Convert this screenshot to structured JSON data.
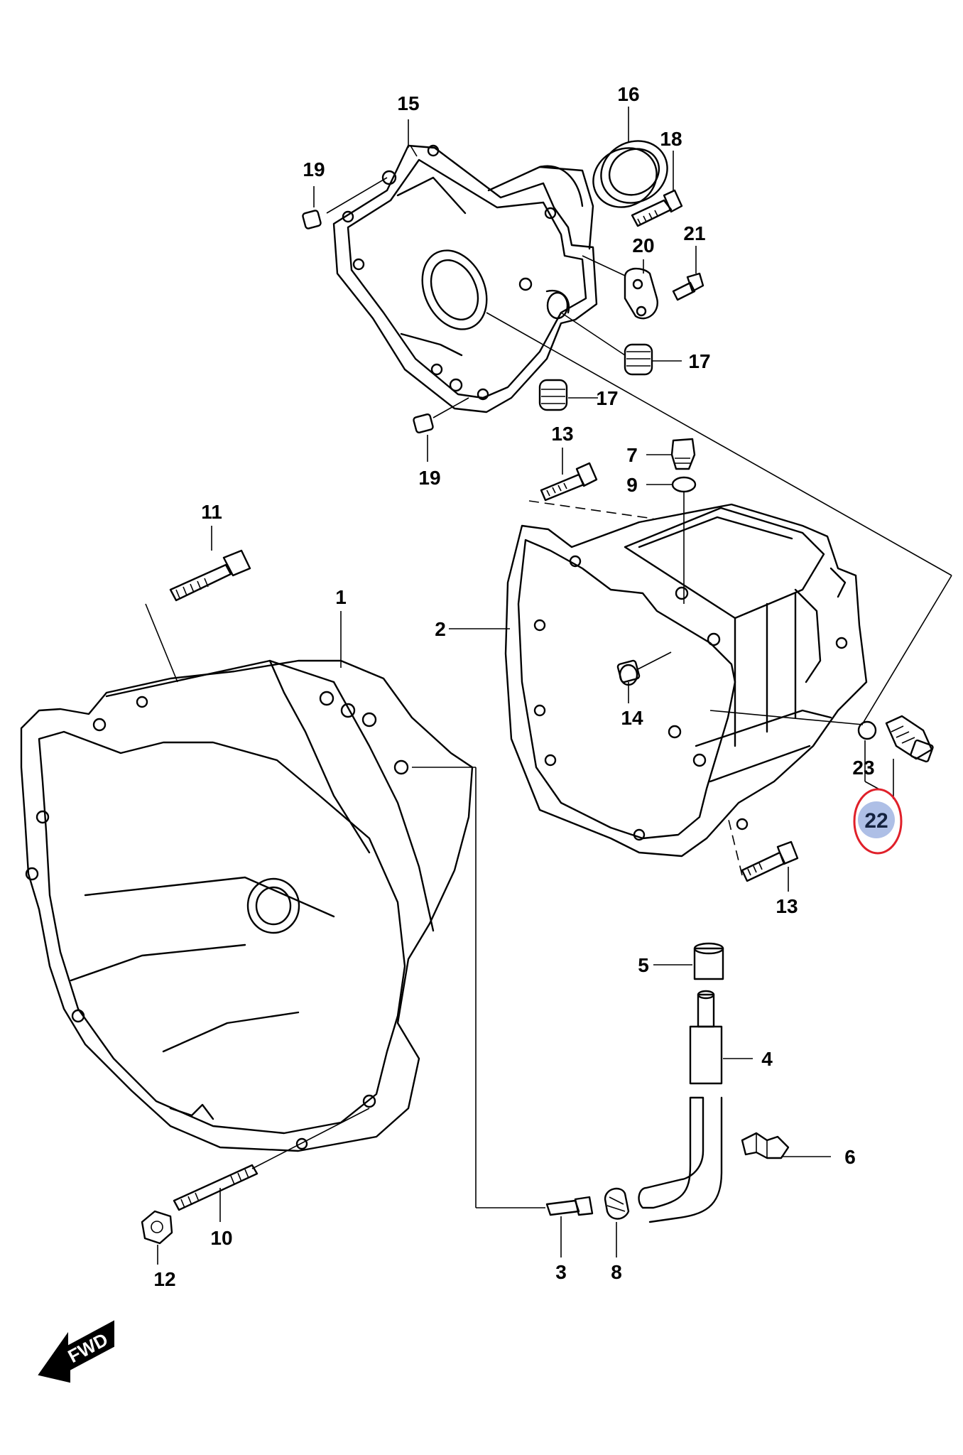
{
  "callouts": {
    "c1": "1",
    "c2": "2",
    "c3": "3",
    "c4": "4",
    "c5": "5",
    "c6": "6",
    "c7": "7",
    "c8": "8",
    "c9": "9",
    "c10": "10",
    "c11": "11",
    "c12": "12",
    "c13a": "13",
    "c13b": "13",
    "c14": "14",
    "c15": "15",
    "c16": "16",
    "c17a": "17",
    "c17b": "17",
    "c18": "18",
    "c19a": "19",
    "c19b": "19",
    "c20": "20",
    "c21": "21",
    "c22": "22",
    "c23": "23"
  },
  "highlight": {
    "part": "22",
    "fill_color": "#aebfe6",
    "ring_color": "#e0202a"
  },
  "fwd_label": "FWD"
}
